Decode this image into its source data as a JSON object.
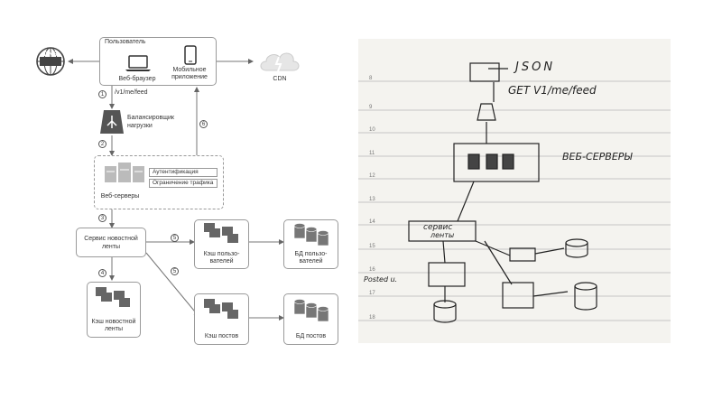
{
  "diagram": {
    "user": "Пользователь",
    "web_browser": "Веб-браузер",
    "mobile_app": [
      "Мобильное",
      "приложение"
    ],
    "dns": "DNS",
    "cdn": "CDN",
    "endpoint": "/v1/me/feed",
    "load_balancer": [
      "Балансировщик",
      "нагрузки"
    ],
    "web_servers": "Веб-серверы",
    "auth": "Аутентификация",
    "rate_limit": "Ограничение трафика",
    "feed_service": [
      "Сервис новостной",
      "ленты"
    ],
    "user_cache": [
      "Кэш пользо-",
      "вателей"
    ],
    "user_db": [
      "БД пользо-",
      "вателей"
    ],
    "feed_cache": [
      "Кэш новостной",
      "ленты"
    ],
    "post_cache": "Кэш постов",
    "post_db": "БД постов",
    "steps": [
      "1",
      "2",
      "3",
      "4",
      "5",
      "5",
      "6"
    ]
  },
  "sketch": {
    "json": "JSON",
    "get": "GET V1/me/feed",
    "web_servers": "ВЕБ-СЕРВЕРЫ",
    "feed_service": [
      "сервис",
      "ленты"
    ],
    "posted": "Posted u.",
    "line_numbers": [
      "8",
      "9",
      "10",
      "11",
      "12",
      "13",
      "14",
      "15",
      "16",
      "17",
      "18"
    ]
  }
}
